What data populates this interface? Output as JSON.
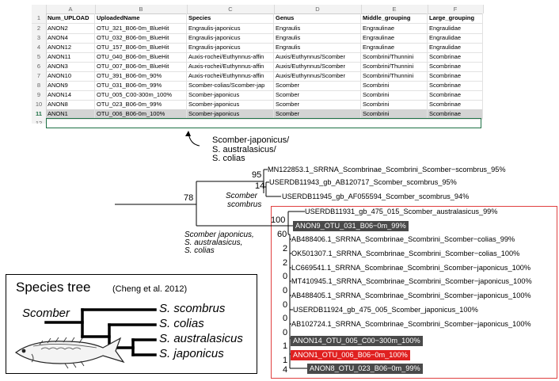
{
  "sheet": {
    "col_letters": [
      "A",
      "B",
      "C",
      "D",
      "E",
      "F"
    ],
    "header": [
      "Num_UPLOAD",
      "UploadedName",
      "Species",
      "Genus",
      "Middle_grouping",
      "Large_grouping"
    ],
    "rows": [
      {
        "n": "2",
        "cells": [
          "ANON2",
          "OTU_321_B06-0m_BlueHit",
          "Engraulis-japonicus",
          "Engraulis",
          "Engraulinae",
          "Engraulidae"
        ]
      },
      {
        "n": "3",
        "cells": [
          "ANON4",
          "OTU_032_B06-0m_BlueHit",
          "Engraulis-japonicus",
          "Engraulis",
          "Engraulinae",
          "Engraulidae"
        ]
      },
      {
        "n": "4",
        "cells": [
          "ANON12",
          "OTU_157_B06-0m_BlueHit",
          "Engraulis-japonicus",
          "Engraulis",
          "Engraulinae",
          "Engraulidae"
        ]
      },
      {
        "n": "5",
        "cells": [
          "ANON11",
          "OTU_040_B06-0m_BlueHit",
          "Auxis-rochei/Euthynnus-affin",
          "Auxis/Euthynnus/Scomber",
          "Scombrini/Thunnini",
          "Scombrinae"
        ]
      },
      {
        "n": "6",
        "cells": [
          "ANON3",
          "OTU_007_B06-0m_BlueHit",
          "Auxis-rochei/Euthynnus-affin",
          "Auxis/Euthynnus/Scomber",
          "Scombrini/Thunnini",
          "Scombrinae"
        ]
      },
      {
        "n": "7",
        "cells": [
          "ANON10",
          "OTU_391_B06-0m_90%",
          "Auxis-rochei/Euthynnus-affin",
          "Auxis/Euthynnus/Scomber",
          "Scombrini/Thunnini",
          "Scombrinae"
        ]
      },
      {
        "n": "8",
        "cells": [
          "ANON9",
          "OTU_031_B06-0m_99%",
          "Scomber-colias/Scomber-jap",
          "Scomber",
          "Scombrini",
          "Scombrinae"
        ]
      },
      {
        "n": "9",
        "cells": [
          "ANON14",
          "OTU_005_C00-300m_100%",
          "Scomber-japonicus",
          "Scomber",
          "Scombrini",
          "Scombrinae"
        ]
      },
      {
        "n": "10",
        "cells": [
          "ANON8",
          "OTU_023_B06-0m_99%",
          "Scomber-japonicus",
          "Scomber",
          "Scombrini",
          "Scombrinae"
        ]
      },
      {
        "n": "11",
        "cells": [
          "ANON1",
          "OTU_006_B06-0m_100%",
          "Scomber-japonicus",
          "Scomber",
          "Scombrini",
          "Scombrinae"
        ]
      }
    ],
    "header_rownum": "1",
    "cut_rownum": "12"
  },
  "annotation": [
    "Scomber-japonicus/",
    "S. australasicus/",
    "S. colias"
  ],
  "tree": {
    "supports": {
      "root": "78",
      "n95": "95",
      "n14": "14",
      "n100": "100",
      "n60": "60",
      "ladder": [
        "2",
        "2",
        "0",
        "0",
        "0",
        "0",
        "0",
        "1",
        "1",
        "4"
      ]
    },
    "clade_scombrus": [
      "Scomber",
      "scombrus"
    ],
    "clade_japonicus": [
      "Scomber japonicus,",
      "S. australasicus,",
      "S. colias"
    ],
    "leaves_top": [
      "MN122853.1_SRRNA_Scombrinae_Scombrini_Scomber−scombrus_95%",
      "USERDB11943_gb_AB120717_Scomber_scombrus_95%",
      "USERDB11945_gb_AF055594_Scomber_scombrus_94%"
    ],
    "leaves_box": [
      "USERDB11931_gb_475_015_Scomber_australasicus_99%",
      "ANON9_OTU_031_B06−0m_99%",
      "AB488406.1_SRRNA_Scombrinae_Scombrini_Scomber−colias_99%",
      "OK501307.1_SRRNA_Scombrinae_Scombrini_Scomber−colias_100%",
      "LC669541.1_SRRNA_Scombrinae_Scombrini_Scomber−japonicus_100%",
      "MT410945.1_SRRNA_Scombrinae_Scombrini_Scomber−japonicus_100%",
      "AB488405.1_SRRNA_Scombrinae_Scombrini_Scomber−japonicus_100%",
      "USERDB11924_gb_475_005_Scomber_japonicus_100%",
      "AB102724.1_SRRNA_Scombrinae_Scombrini_Scomber−japonicus_100%",
      "ANON14_OTU_005_C00−300m_100%",
      "ANON1_OTU_006_B06−0m_100%",
      "ANON8_OTU_023_B06−0m_99%"
    ]
  },
  "species_tree": {
    "title": "Species tree",
    "citation": "(Cheng et al. 2012)",
    "genus_label": "Scomber",
    "species": [
      "S. scombrus",
      "S. colias",
      "S. australasicus",
      "S. japonicus"
    ]
  },
  "colors": {
    "highlight_dark": "#4a4a4a",
    "highlight_red": "#e02020",
    "selection": "#1e7145",
    "box": "#e04040"
  }
}
